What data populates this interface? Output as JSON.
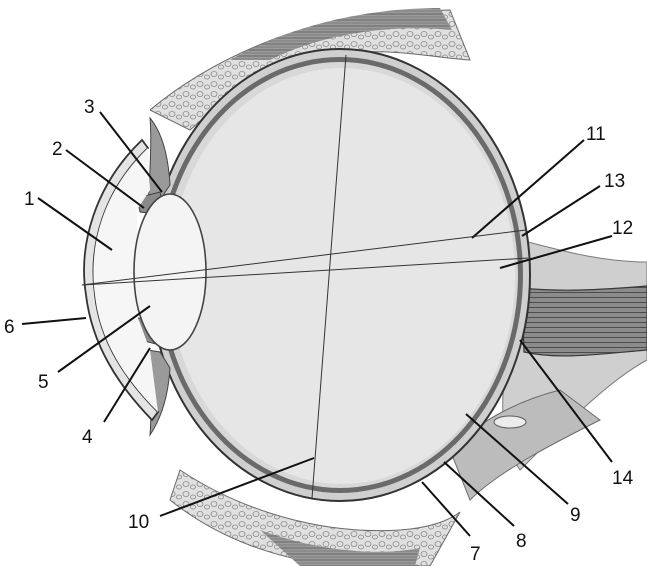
{
  "diagram": {
    "labels": [
      {
        "id": "1",
        "text": "1"
      },
      {
        "id": "2",
        "text": "2"
      },
      {
        "id": "3",
        "text": "3"
      },
      {
        "id": "4",
        "text": "4"
      },
      {
        "id": "5",
        "text": "5"
      },
      {
        "id": "6",
        "text": "6"
      },
      {
        "id": "7",
        "text": "7"
      },
      {
        "id": "8",
        "text": "8"
      },
      {
        "id": "9",
        "text": "9"
      },
      {
        "id": "10",
        "text": "10"
      },
      {
        "id": "11",
        "text": "11"
      },
      {
        "id": "12",
        "text": "12"
      },
      {
        "id": "13",
        "text": "13"
      },
      {
        "id": "14",
        "text": "14"
      }
    ]
  },
  "colors": {
    "background": "#ffffff",
    "vitreous": "#e8e8e8",
    "sclera": "#cfcfcf",
    "choroid": "#555555",
    "tissue": "#bdbdbd",
    "muscle": "#7a7a7a",
    "ink": "#111111"
  }
}
